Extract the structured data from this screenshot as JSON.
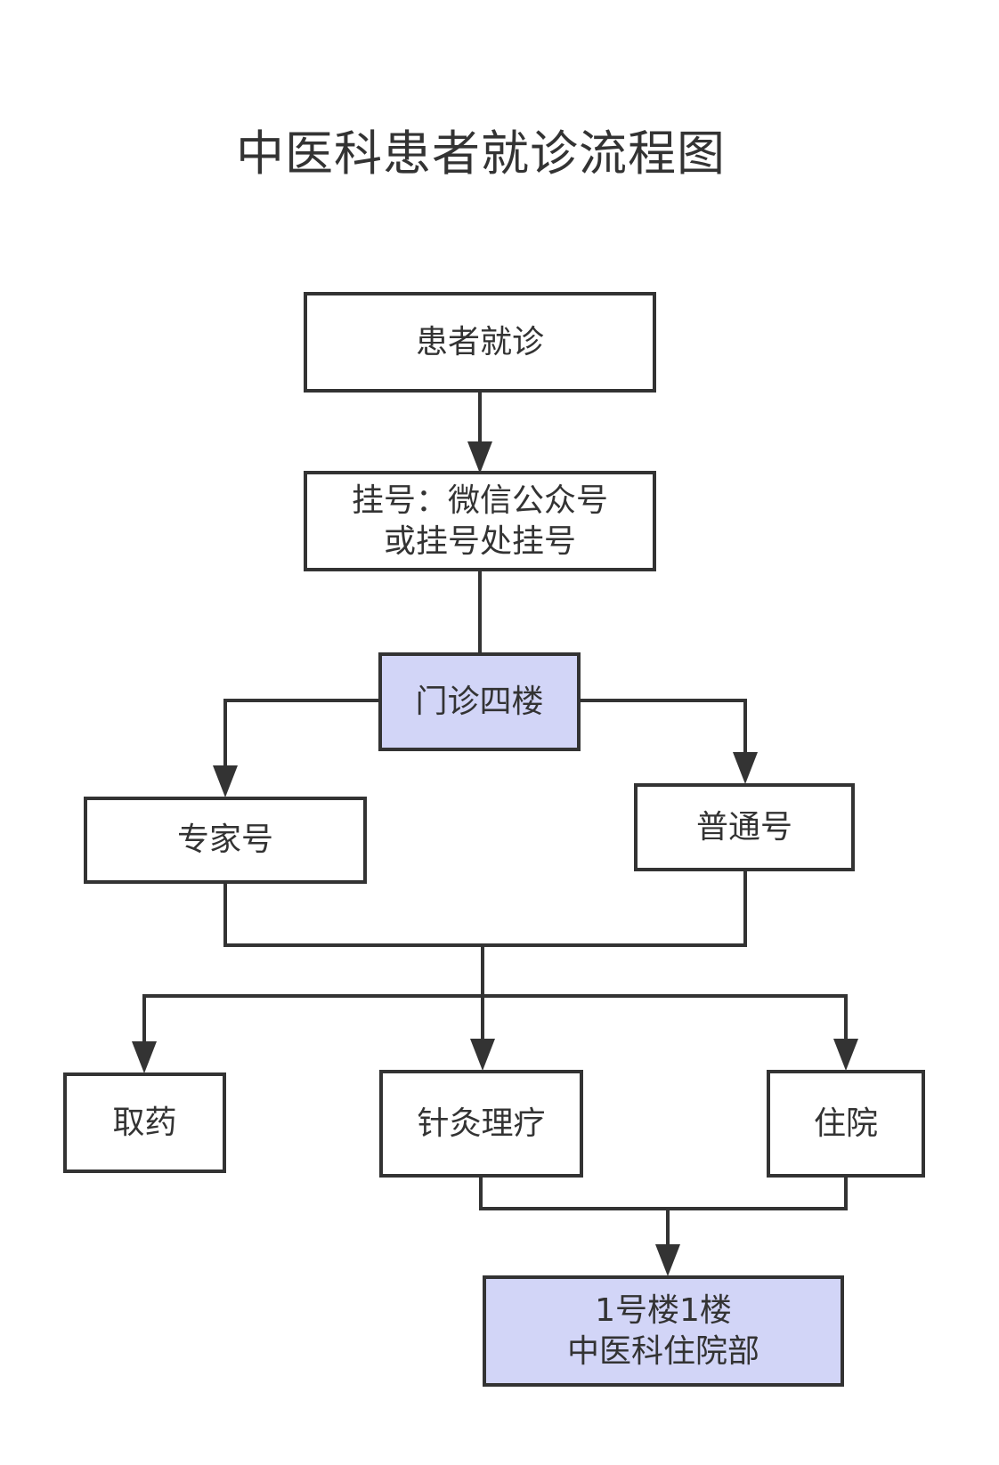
{
  "title": "中医科患者就诊流程图",
  "colors": {
    "stroke": "#333333",
    "highlight_fill": "#d2d5f7",
    "fill": "#ffffff"
  },
  "nodes": {
    "visit": "患者就诊",
    "register": "挂号：微信公众号\n或挂号处挂号",
    "outpatient": "门诊四楼",
    "expert": "专家号",
    "regular": "普通号",
    "medicine": "取药",
    "acupuncture": "针灸理疗",
    "hospitalization": "住院",
    "ward": "1号楼1楼\n中医科住院部"
  },
  "edges": [
    {
      "from": "visit",
      "to": "register"
    },
    {
      "from": "register",
      "to": "outpatient"
    },
    {
      "from": "outpatient",
      "to": "expert"
    },
    {
      "from": "outpatient",
      "to": "regular"
    },
    {
      "from": "expert",
      "to": "medicine"
    },
    {
      "from": "expert",
      "to": "acupuncture"
    },
    {
      "from": "expert",
      "to": "hospitalization"
    },
    {
      "from": "regular",
      "to": "medicine"
    },
    {
      "from": "regular",
      "to": "acupuncture"
    },
    {
      "from": "regular",
      "to": "hospitalization"
    },
    {
      "from": "acupuncture",
      "to": "ward"
    },
    {
      "from": "hospitalization",
      "to": "ward"
    }
  ]
}
